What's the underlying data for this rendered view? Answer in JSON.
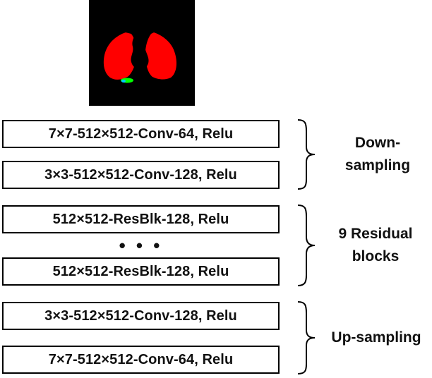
{
  "image": {
    "description_icon": "lung-segmentation-mask",
    "colors": {
      "background": "#000000",
      "lungs": "#ff0000",
      "lesion": "#00ff00",
      "lesion_alt": "#00c8ff"
    }
  },
  "layers": [
    {
      "id": "down1",
      "label": "7×7-512×512-Conv-64, Relu"
    },
    {
      "id": "down2",
      "label": "3×3-512×512-Conv-128, Relu"
    },
    {
      "id": "res1",
      "label": "512×512-ResBlk-128, Relu"
    },
    {
      "id": "res2",
      "label": "512×512-ResBlk-128, Relu"
    },
    {
      "id": "up1",
      "label": "3×3-512×512-Conv-128, Relu"
    },
    {
      "id": "up2",
      "label": "7×7-512×512-Conv-64, Relu"
    }
  ],
  "ellipsis": "• • •",
  "groups": {
    "down": {
      "line1": "Down-",
      "line2": "sampling"
    },
    "residual": {
      "line1": "9 Residual",
      "line2": "blocks"
    },
    "up": {
      "line1": "Up-sampling"
    }
  }
}
